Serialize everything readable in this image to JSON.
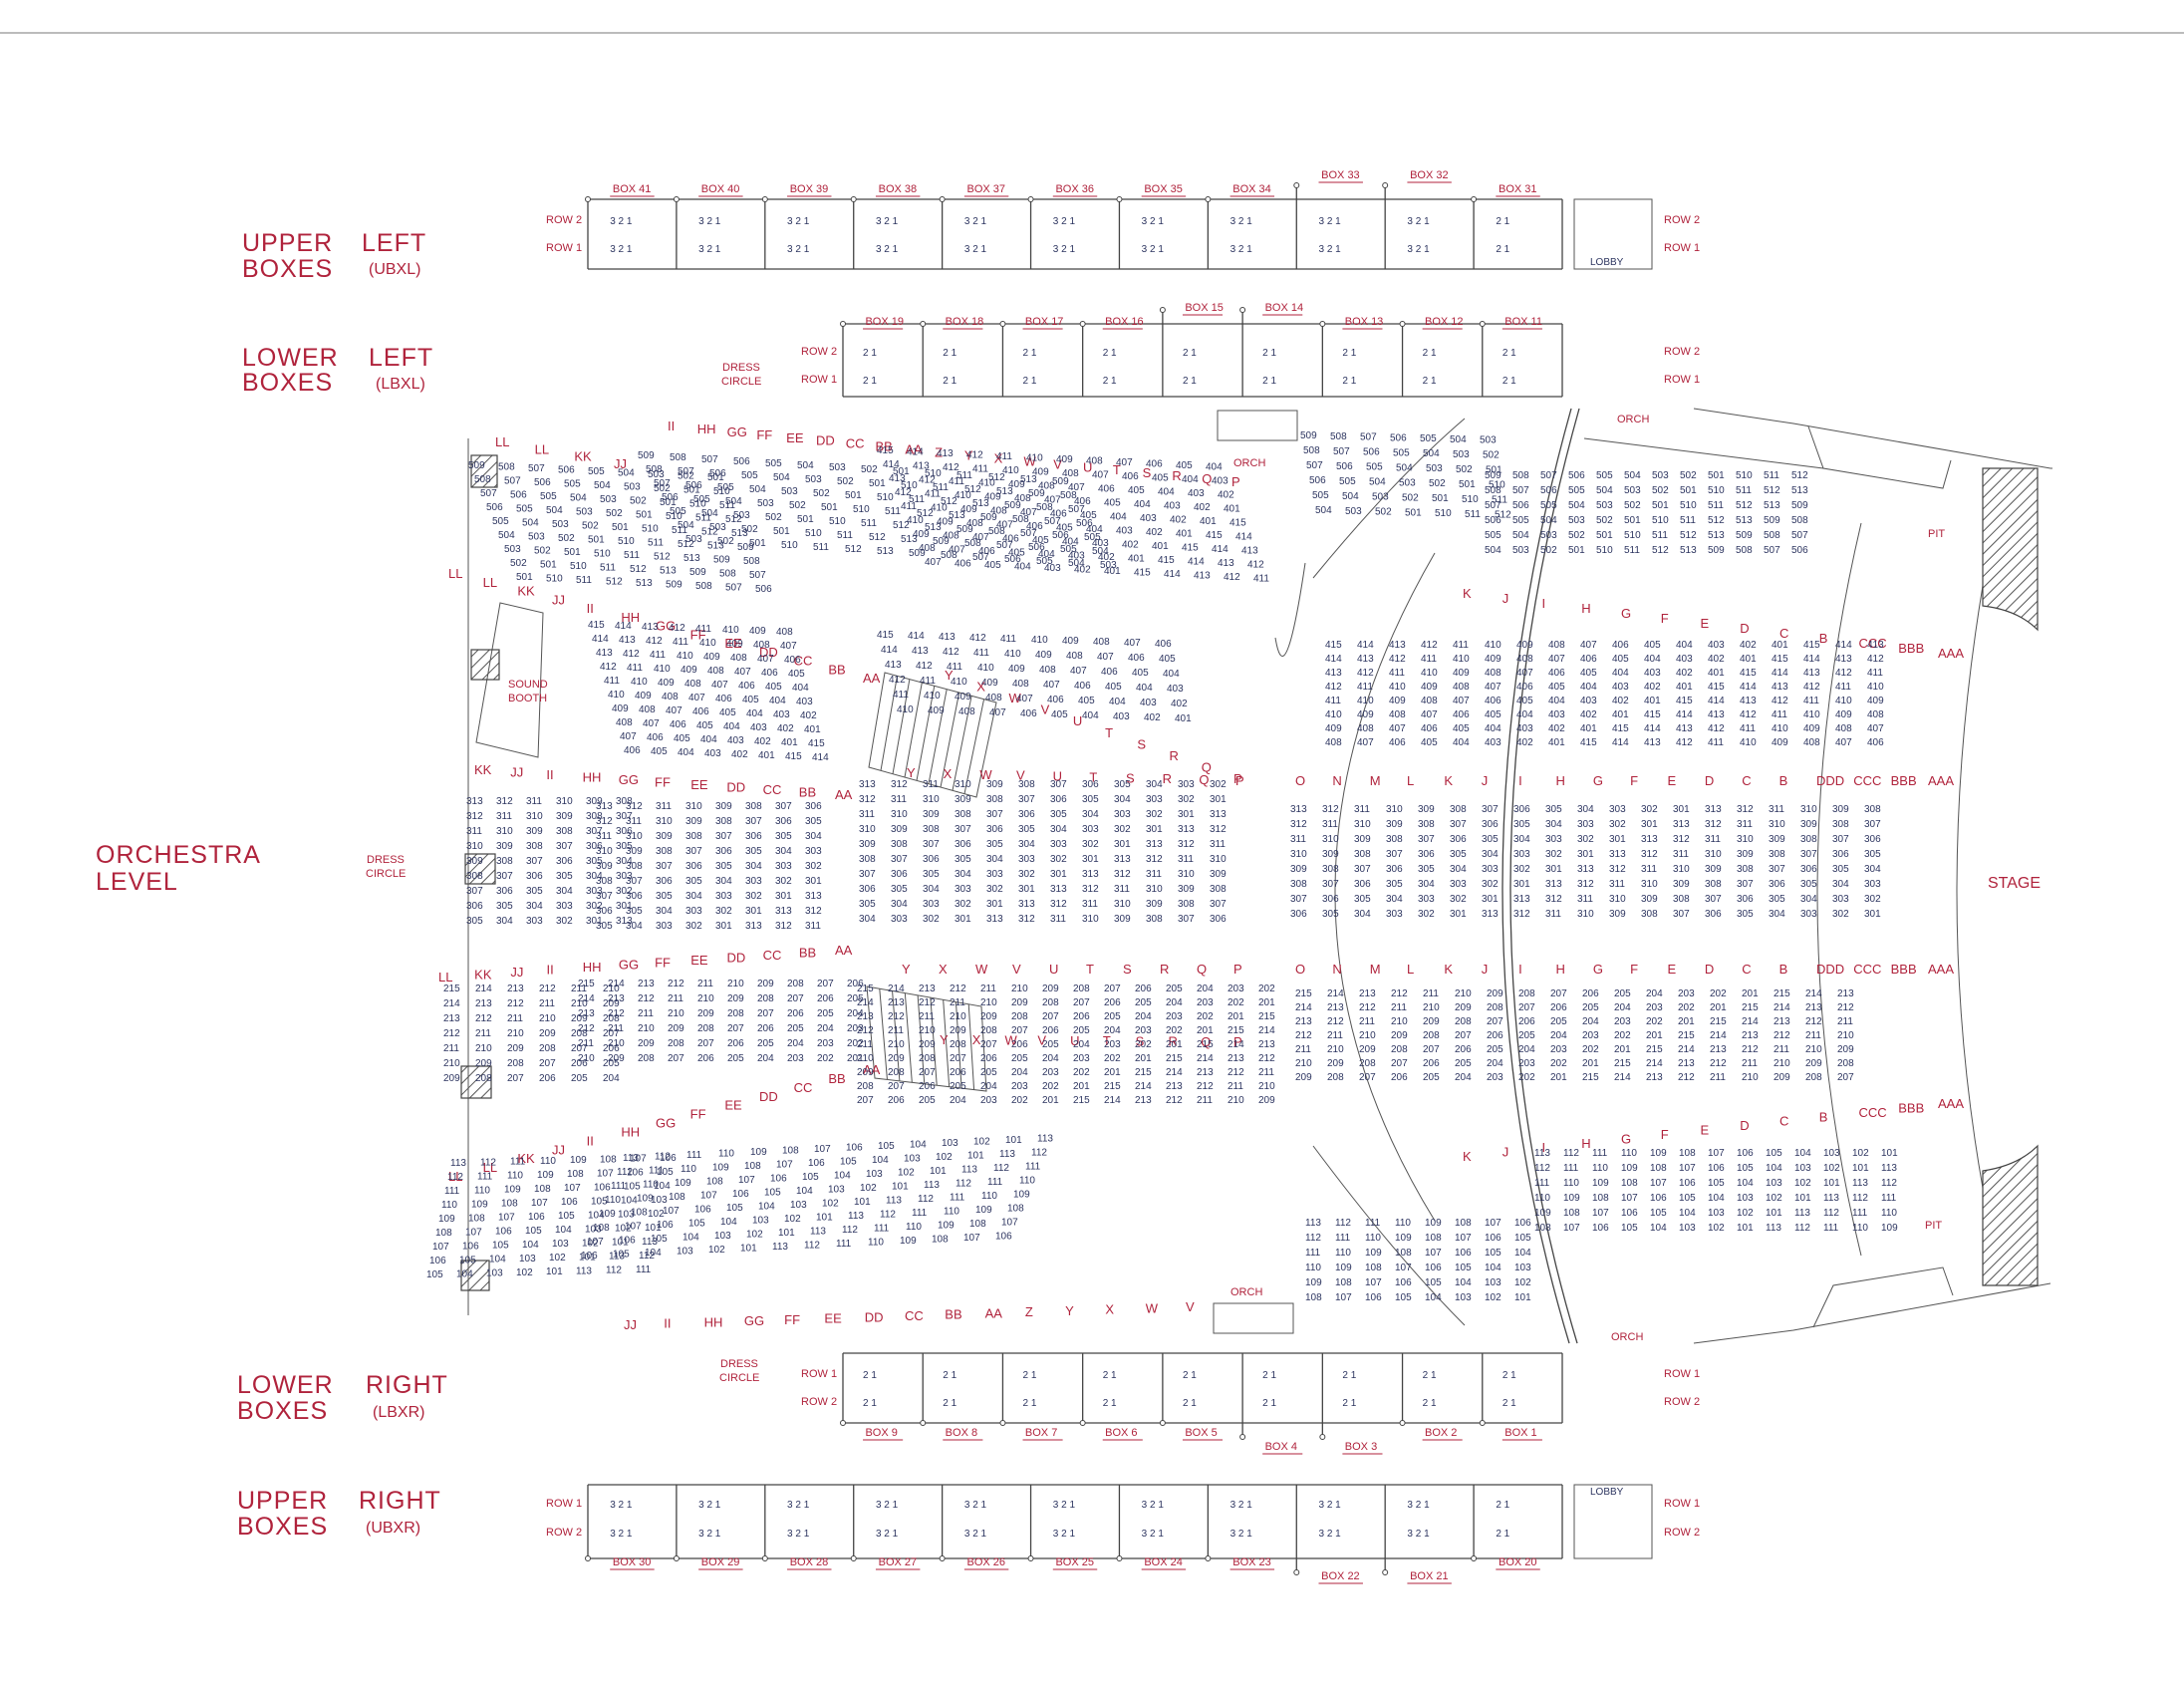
{
  "sections": {
    "upper_left": {
      "line1": "UPPER",
      "line2": "BOXES",
      "side": "LEFT",
      "code": "(UBXL)"
    },
    "lower_left": {
      "line1": "LOWER",
      "line2": "BOXES",
      "side": "LEFT",
      "code": "(LBXL)"
    },
    "orchestra": {
      "line1": "ORCHESTRA",
      "line2": "LEVEL"
    },
    "lower_right": {
      "line1": "LOWER",
      "line2": "BOXES",
      "side": "RIGHT",
      "code": "(LBXR)"
    },
    "upper_right": {
      "line1": "UPPER",
      "line2": "BOXES",
      "side": "RIGHT",
      "code": "(UBXR)"
    }
  },
  "labels": {
    "dress_circle_1": "DRESS",
    "dress_circle_2": "CIRCLE",
    "sound_booth_1": "SOUND",
    "sound_booth_2": "BOOTH",
    "orch": "ORCH",
    "stage": "STAGE",
    "pit": "PIT",
    "lobby": "LOBBY",
    "row1": "ROW 1",
    "row2": "ROW 2"
  },
  "box_rows": {
    "upper_left": {
      "boxes": [
        "BOX 41",
        "BOX 40",
        "BOX 39",
        "BOX 38",
        "BOX 37",
        "BOX 36",
        "BOX 35",
        "BOX 34",
        "BOX 33",
        "BOX 32",
        "BOX 31"
      ],
      "seats": "3  2  1",
      "last_seats": "2  1"
    },
    "lower_left": {
      "boxes": [
        "BOX 19",
        "BOX 18",
        "BOX 17",
        "BOX 16",
        "BOX 15",
        "BOX 14",
        "BOX 13",
        "BOX 12",
        "BOX 11"
      ],
      "seats": "2  1"
    },
    "lower_right": {
      "boxes": [
        "BOX 9",
        "BOX 8",
        "BOX 7",
        "BOX 6",
        "BOX 5",
        "BOX 4",
        "BOX 3",
        "BOX 2",
        "BOX 1"
      ],
      "seats": "2  1"
    },
    "upper_right": {
      "boxes": [
        "BOX 30",
        "BOX 29",
        "BOX 28",
        "BOX 27",
        "BOX 26",
        "BOX 25",
        "BOX 24",
        "BOX 23",
        "BOX 22",
        "BOX 21",
        "BOX 20"
      ],
      "seats": "3  2  1",
      "last_seats": "2  1"
    }
  },
  "orchestra_rows": {
    "top_outer": [
      "II",
      "HH",
      "GG",
      "FF",
      "EE",
      "DD",
      "CC",
      "BB",
      "AA",
      "Z",
      "Y",
      "X",
      "W",
      "V",
      "U",
      "T",
      "S",
      "R",
      "Q",
      "P"
    ],
    "bottom_outer": [
      "JJ",
      "II",
      "HH",
      "GG",
      "FF",
      "EE",
      "DD",
      "CC",
      "BB",
      "AA",
      "Z",
      "Y",
      "X",
      "W",
      "V"
    ],
    "left_top": [
      "LL",
      "LL",
      "KK",
      "JJ"
    ],
    "left_mid_top": [
      "LL",
      "LL",
      "KK",
      "JJ",
      "II",
      "HH",
      "GG",
      "FF",
      "EE",
      "DD",
      "CC",
      "BB",
      "AA"
    ],
    "left_center_top": [
      "KK",
      "JJ",
      "II",
      "HH",
      "GG",
      "FF",
      "EE",
      "DD",
      "CC",
      "BB",
      "AA"
    ],
    "left_center_bottom": [
      "LL",
      "KK",
      "JJ",
      "II",
      "HH",
      "GG",
      "FF",
      "EE",
      "DD",
      "CC",
      "BB",
      "AA"
    ],
    "left_mid_bottom": [
      "LL",
      "LL",
      "KK",
      "JJ",
      "II",
      "HH",
      "GG",
      "FF",
      "EE",
      "DD",
      "CC",
      "BB",
      "AA"
    ],
    "center_top": [
      "Y",
      "X",
      "W",
      "V",
      "U",
      "T",
      "S",
      "R",
      "Q",
      "P"
    ],
    "center_mid1": [
      "Y",
      "X",
      "W",
      "V",
      "U",
      "T",
      "S",
      "R",
      "Q",
      "P"
    ],
    "center_mid2": [
      "Y",
      "X",
      "W",
      "V",
      "U",
      "T",
      "S",
      "R",
      "Q",
      "P"
    ],
    "center_bottom": [
      "Y",
      "X",
      "W",
      "V",
      "U",
      "T",
      "S",
      "R",
      "Q",
      "P"
    ],
    "right_rows": [
      "O",
      "N",
      "M",
      "L",
      "K",
      "J",
      "I",
      "H",
      "G",
      "F",
      "E",
      "D",
      "C",
      "B",
      "DDD",
      "CCC",
      "BBB",
      "AAA"
    ],
    "right_upper": [
      "K",
      "J",
      "I",
      "H",
      "G",
      "F",
      "E",
      "D",
      "C",
      "B",
      "CCC",
      "BBB",
      "AAA"
    ],
    "right_lower": [
      "K",
      "J",
      "I",
      "H",
      "G",
      "F",
      "E",
      "D",
      "C",
      "B",
      "CCC",
      "BBB",
      "AAA"
    ]
  },
  "seat_numbers": {
    "s500": [
      "509",
      "508",
      "507",
      "506",
      "505",
      "504",
      "503",
      "502",
      "501",
      "510",
      "511",
      "512",
      "513"
    ],
    "s400": [
      "415",
      "414",
      "413",
      "412",
      "411",
      "410",
      "409",
      "408",
      "407",
      "406",
      "405",
      "404",
      "403",
      "402",
      "401"
    ],
    "s300": [
      "313",
      "312",
      "311",
      "310",
      "309",
      "308",
      "307",
      "306",
      "305",
      "304",
      "303",
      "302",
      "301"
    ],
    "s200": [
      "215",
      "214",
      "213",
      "212",
      "211",
      "210",
      "209",
      "208",
      "207",
      "206",
      "205",
      "204",
      "203",
      "202",
      "201"
    ],
    "s100": [
      "113",
      "112",
      "111",
      "110",
      "109",
      "108",
      "107",
      "106",
      "105",
      "104",
      "103",
      "102",
      "101"
    ]
  },
  "colors": {
    "red": "#b0233c",
    "blue": "#2d3560",
    "line": "#444444"
  }
}
